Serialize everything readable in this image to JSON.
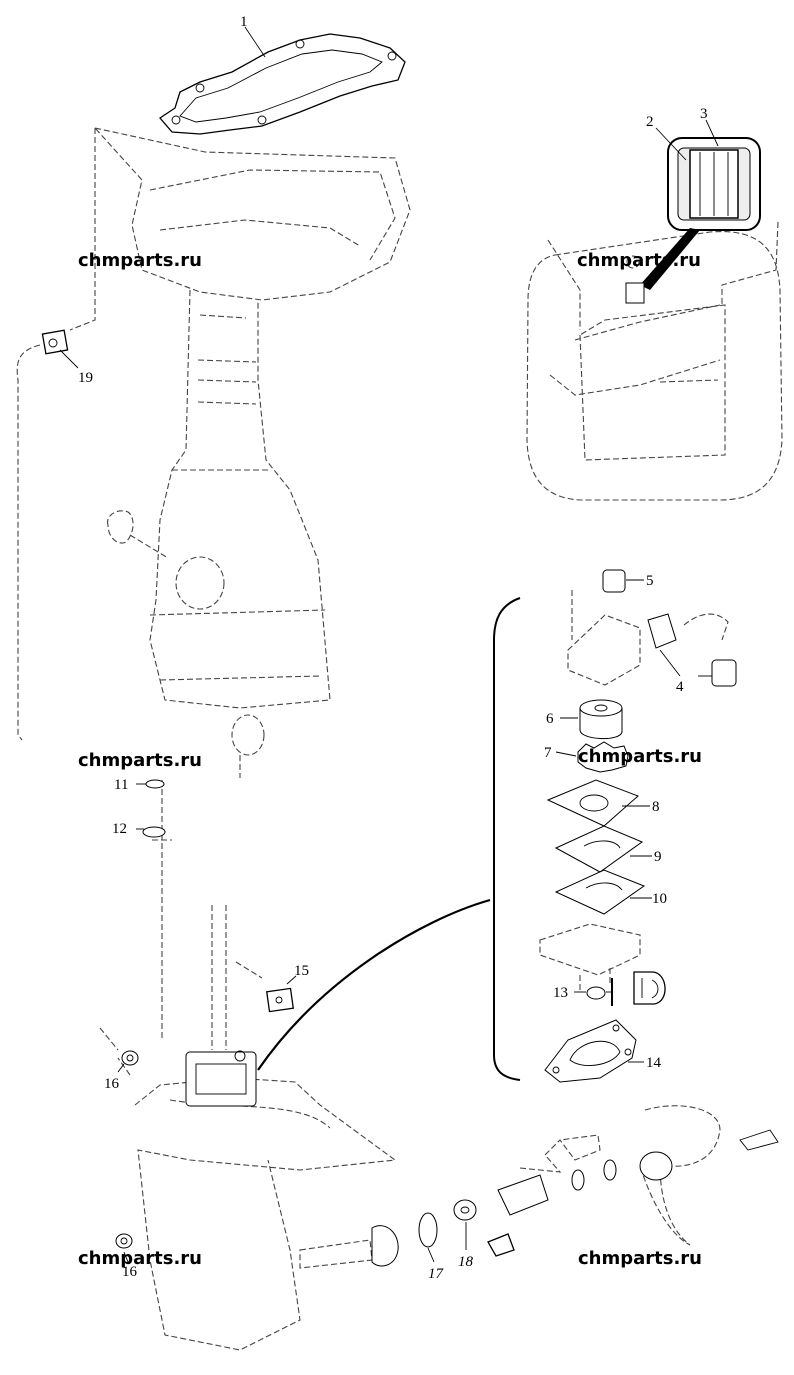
{
  "watermarks": [
    "chmparts.ru",
    "chmparts.ru",
    "chmparts.ru",
    "chmparts.ru",
    "chmparts.ru",
    "chmparts.ru"
  ],
  "callouts": {
    "c1": "1",
    "c2": "2",
    "c3": "3",
    "c4": "4",
    "c5": "5",
    "c6": "6",
    "c7": "7",
    "c8": "8",
    "c9": "9",
    "c10": "10",
    "c11": "11",
    "c12": "12",
    "c13": "13",
    "c14": "14",
    "c15": "15",
    "c16a": "16",
    "c16b": "16",
    "c17": "17",
    "c18": "18",
    "c19": "19"
  }
}
